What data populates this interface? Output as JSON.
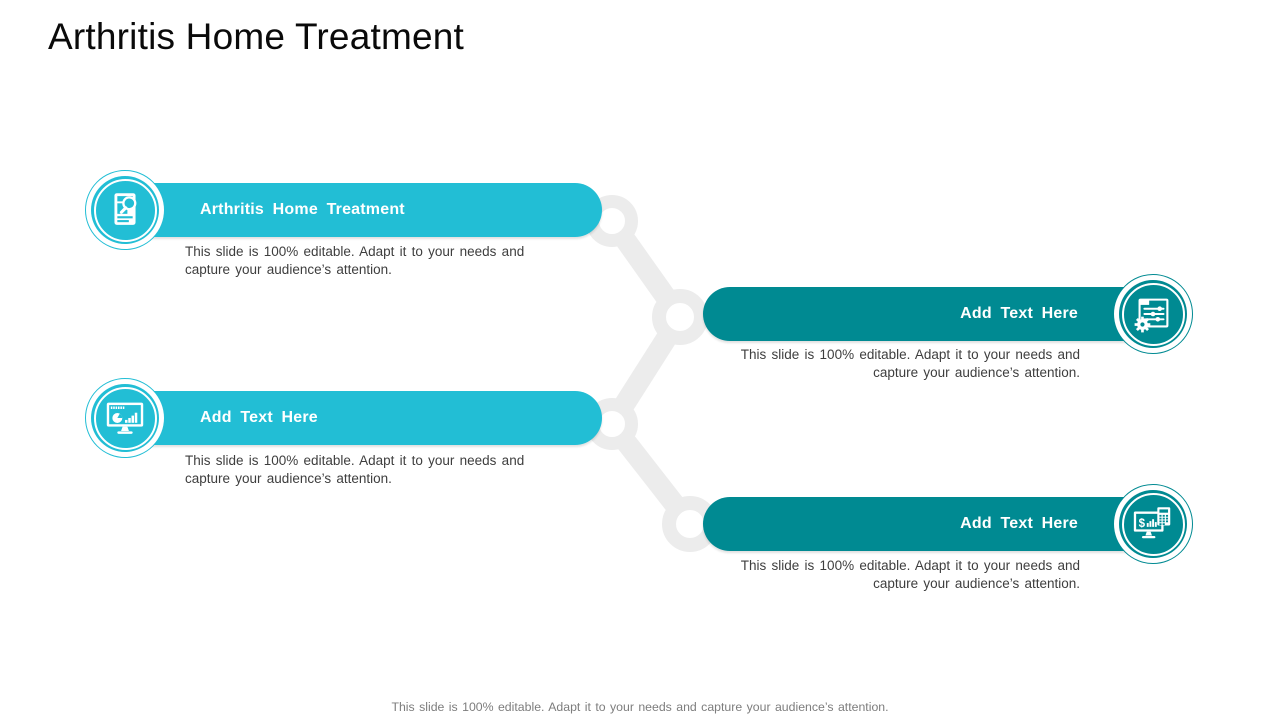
{
  "page": {
    "title": "Arthritis Home Treatment"
  },
  "colors": {
    "cyan_accent": "#22bed5",
    "teal_accent": "#008a92",
    "connector_gray": "#ececec",
    "body_text": "#3e3e3e",
    "footer_text": "#7d7d7d"
  },
  "banners": [
    {
      "label": "Arthritis Home Treatment",
      "desc_line1": "This slide is 100% editable. Adapt it to your needs and",
      "desc_line2": "capture your audience’s attention.",
      "side": "left",
      "icon": "document-search-icon"
    },
    {
      "label": "Add Text Here",
      "desc_line1": "This slide is 100% editable. Adapt it to your needs and",
      "desc_line2": "capture your audience’s attention.",
      "side": "right",
      "icon": "settings-sliders-icon"
    },
    {
      "label": "Add Text Here",
      "desc_line1": "This slide is 100% editable. Adapt it to your needs and",
      "desc_line2": "capture your audience’s attention.",
      "side": "left",
      "icon": "presentation-chart-icon"
    },
    {
      "label": "Add Text Here",
      "desc_line1": "This slide is 100% editable. Adapt it to your needs and",
      "desc_line2": "capture your audience’s attention.",
      "side": "right",
      "icon": "finance-calculator-icon"
    }
  ],
  "footer": {
    "text": "This slide is 100% editable. Adapt it to your needs and capture your audience’s attention."
  }
}
